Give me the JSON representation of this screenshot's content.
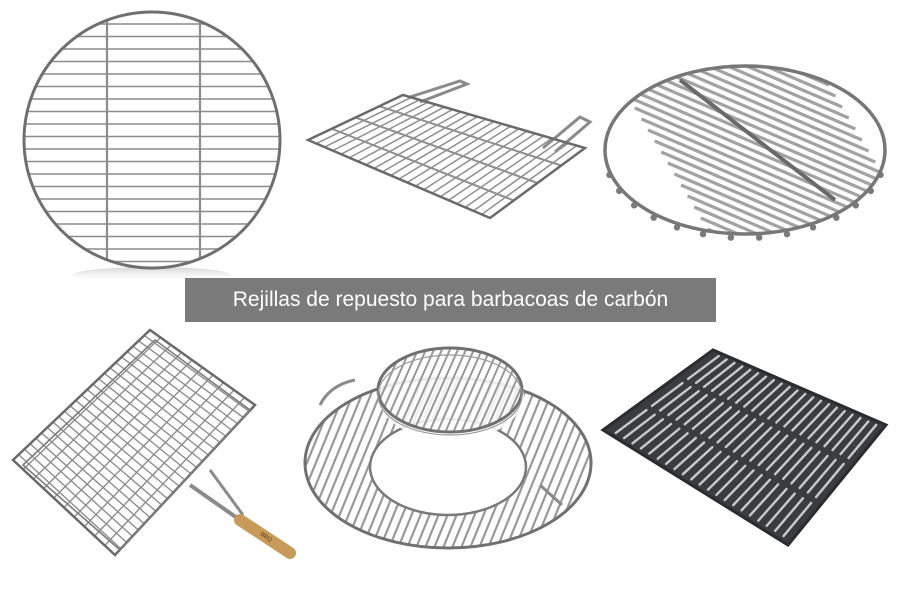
{
  "caption": "Rejillas de repuesto para barbacoas de carbón",
  "products": [
    {
      "name": "round-chrome-grill-grate"
    },
    {
      "name": "rectangular-grate-with-handles"
    },
    {
      "name": "round-steel-grate-with-feet"
    },
    {
      "name": "hinged-basket-grill-with-wooden-handle"
    },
    {
      "name": "round-gourmet-grate-with-insert"
    },
    {
      "name": "cast-iron-grate"
    }
  ],
  "colors": {
    "chrome": "#9a9a9a",
    "chrome_dark": "#5e5e5e",
    "cast_iron": "#3a3d40",
    "banner": "#7a7a7a",
    "handle_wood": "#c89a5a"
  },
  "handle_brand": "BBQ"
}
